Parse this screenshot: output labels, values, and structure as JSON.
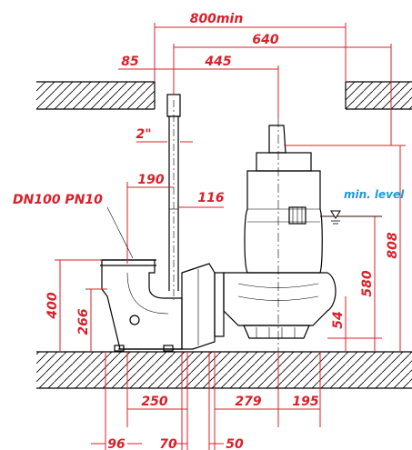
{
  "dimensions": {
    "d800": "800min",
    "d640": "640",
    "d85": "85",
    "d445": "445",
    "d2in": "2\"",
    "d190": "190",
    "d116": "116",
    "dn": "DN100 PN10",
    "d400": "400",
    "d266": "266",
    "d808": "808",
    "d580": "580",
    "d54": "54",
    "d250": "250",
    "d279": "279",
    "d195": "195",
    "d96": "96",
    "d70": "70",
    "d50": "50"
  },
  "min_level_label": "min. level",
  "colors": {
    "dimension": "#d8202a",
    "level": "#1b9ad6",
    "outline": "#000000"
  }
}
